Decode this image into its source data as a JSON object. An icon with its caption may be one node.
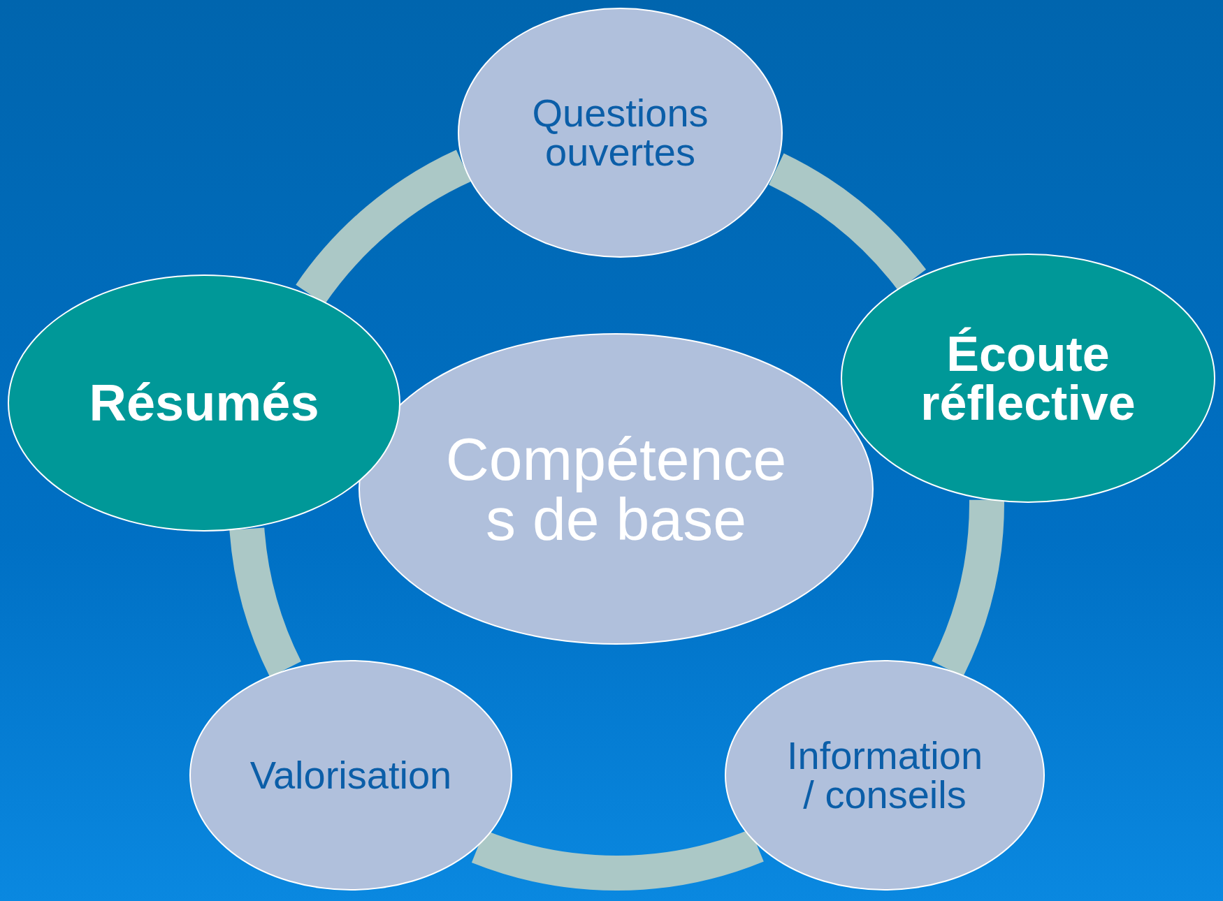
{
  "diagram": {
    "nodes": [
      {
        "text": [
          "Questions ouvertes"
        ]
      },
      {
        "text": [
          "Résumés"
        ]
      },
      {
        "text": [
          "Écoute réflective"
        ]
      },
      {
        "text": [
          "Compétence s de base"
        ]
      },
      {
        "text": [
          "Valorisation"
        ]
      },
      {
        "text": [
          "Information / conseils"
        ]
      }
    ],
    "edges": [
      {
        "from": 0,
        "to": 2,
        "arrow": "none"
      },
      {
        "from": 2,
        "to": 5,
        "arrow": "none"
      },
      {
        "from": 5,
        "to": 4,
        "arrow": "none"
      },
      {
        "from": 4,
        "to": 1,
        "arrow": "none"
      },
      {
        "from": 1,
        "to": 0,
        "arrow": "none"
      }
    ]
  }
}
